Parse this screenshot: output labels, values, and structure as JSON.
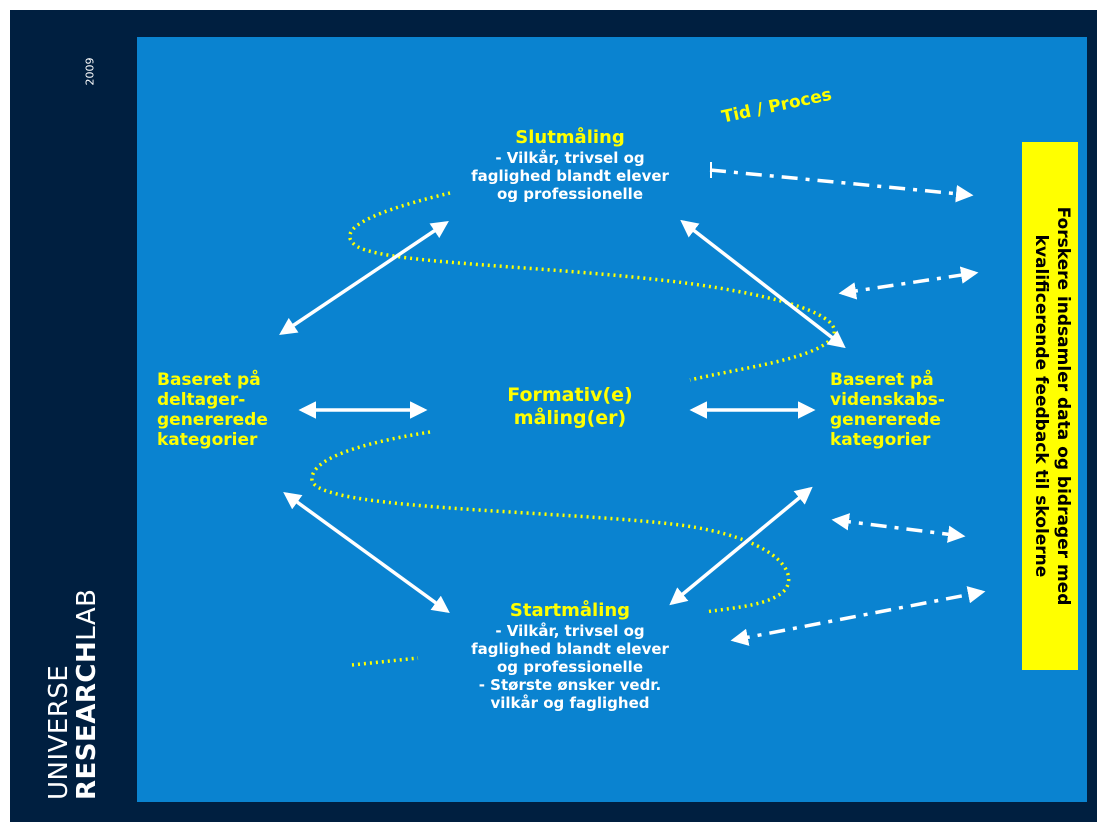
{
  "year": "2009",
  "logo": {
    "line1": "UNIVERSE",
    "line2_bold": "RESEARCH",
    "line2_rest": "LAB"
  },
  "tid": "Tid / Proces",
  "slut": {
    "title": "Slutmåling",
    "lines": [
      "- Vilkår, trivsel og",
      "faglighed blandt elever",
      "og professionelle"
    ]
  },
  "start": {
    "title": "Startmåling",
    "lines": [
      "- Vilkår, trivsel og",
      "faglighed blandt elever",
      "og professionelle",
      "- Største ønsker vedr.",
      "vilkår og faglighed"
    ]
  },
  "formativ": {
    "lines": [
      "Formativ(e)",
      "måling(er)"
    ]
  },
  "left": {
    "lines": [
      "Baseret på",
      "deltager-",
      "genererede",
      "kategorier"
    ]
  },
  "right": {
    "lines": [
      "Baseret på",
      "videnskabs-",
      "genererede",
      "kategorier"
    ]
  },
  "sidebox": {
    "lines": [
      "Forskere indsamler data og bidrager med",
      "kvalificerende feedback til skolerne"
    ]
  },
  "colors": {
    "frame": "#001f40",
    "panel": "#0a83d0",
    "accent": "#ffff00",
    "text": "#ffffff"
  }
}
